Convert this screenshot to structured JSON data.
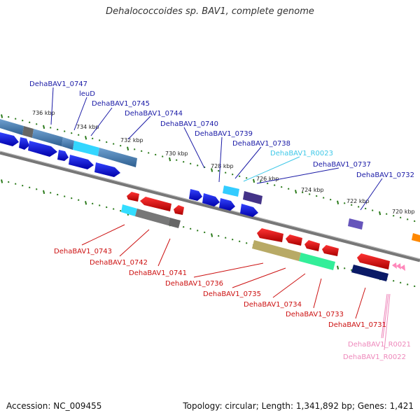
{
  "title": "Dehalococcoides sp. BAV1, complete genome",
  "footer": {
    "accession": "Accession: NC_009455",
    "summary": "Topology: circular; Length: 1,341,892 bp; Genes: 1,421"
  },
  "ruler": {
    "upper": [
      "736 kbp",
      "734 kbp",
      "732 kbp",
      "730 kbp",
      "728 kbp",
      "726 kbp",
      "724 kbp",
      "722 kbp",
      "720 kbp"
    ]
  },
  "labels": {
    "top": [
      {
        "text": "DehaBAV1_0747",
        "color": "#1a1aa6"
      },
      {
        "text": "leuD",
        "color": "#1a1aa6"
      },
      {
        "text": "DehaBAV1_0745",
        "color": "#1a1aa6"
      },
      {
        "text": "DehaBAV1_0744",
        "color": "#1a1aa6"
      },
      {
        "text": "DehaBAV1_0740",
        "color": "#1a1aa6"
      },
      {
        "text": "DehaBAV1_0739",
        "color": "#1a1aa6"
      },
      {
        "text": "DehaBAV1_0738",
        "color": "#1a1aa6"
      },
      {
        "text": "DehaBAV1_R0023",
        "color": "#3ec8e8"
      },
      {
        "text": "DehaBAV1_0737",
        "color": "#1a1aa6"
      },
      {
        "text": "DehaBAV1_0732",
        "color": "#1a1aa6"
      }
    ],
    "bottom": [
      {
        "text": "DehaBAV1_0743",
        "color": "#cc1111"
      },
      {
        "text": "DehaBAV1_0742",
        "color": "#cc1111"
      },
      {
        "text": "DehaBAV1_0741",
        "color": "#cc1111"
      },
      {
        "text": "DehaBAV1_0736",
        "color": "#cc1111"
      },
      {
        "text": "DehaBAV1_0735",
        "color": "#cc1111"
      },
      {
        "text": "DehaBAV1_0734",
        "color": "#cc1111"
      },
      {
        "text": "DehaBAV1_0733",
        "color": "#cc1111"
      },
      {
        "text": "DehaBAV1_0731",
        "color": "#cc1111"
      },
      {
        "text": "DehaBAV1_R0021",
        "color": "#ee88bb"
      },
      {
        "text": "DehaBAV1_R0022",
        "color": "#ee88bb"
      }
    ]
  }
}
